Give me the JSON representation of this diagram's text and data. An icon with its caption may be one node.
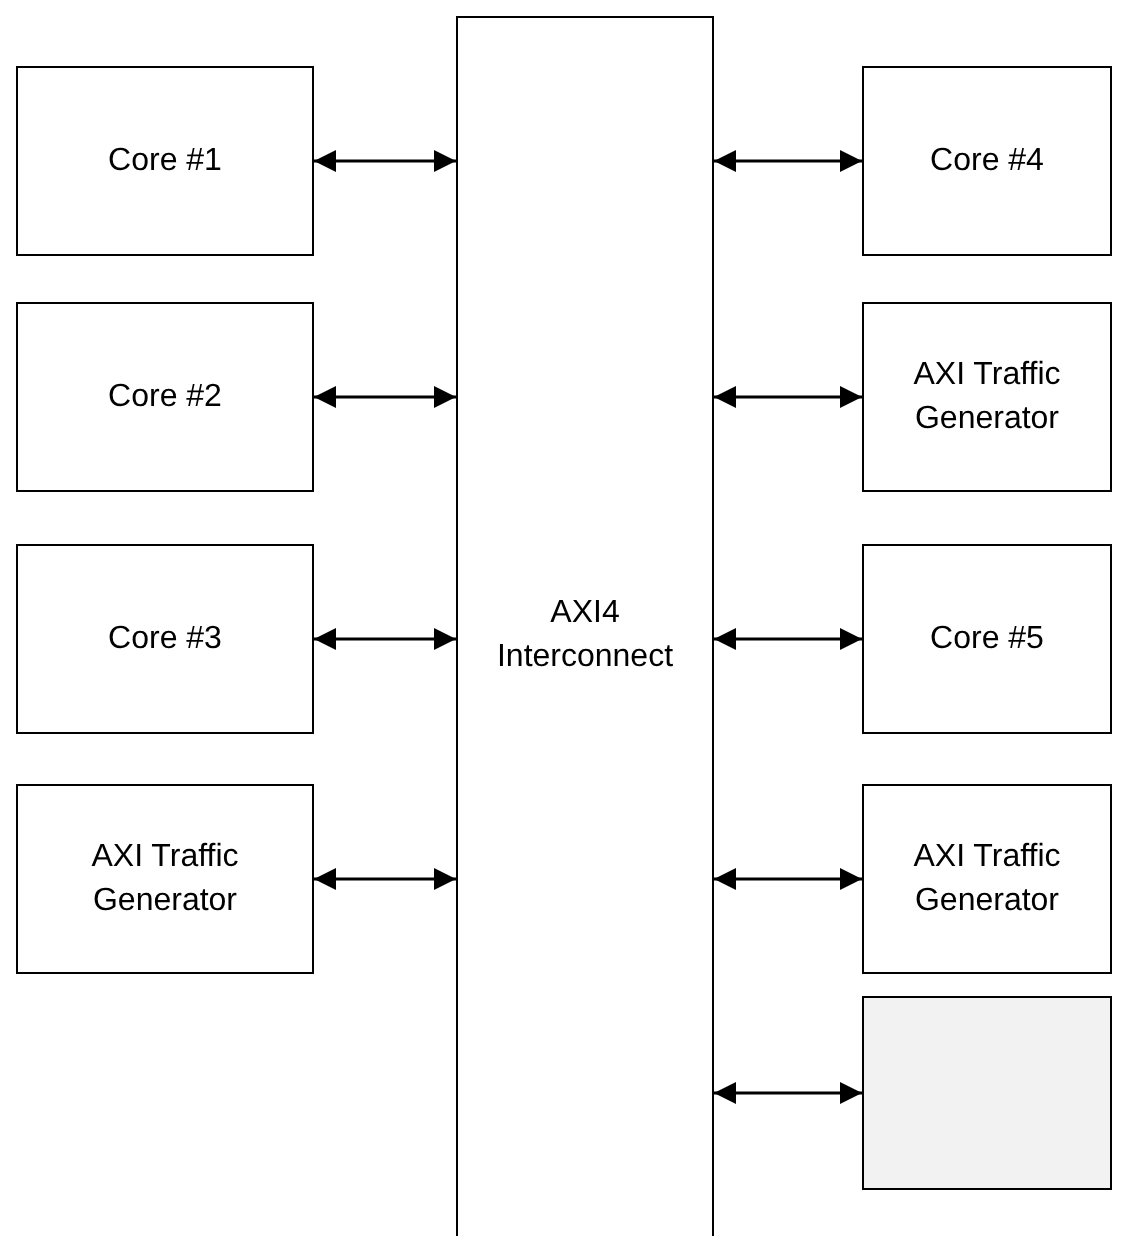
{
  "diagram": {
    "nodes": [
      {
        "text": [
          "AXI4 Interconnect"
        ]
      },
      {
        "text": [
          "Core #1"
        ]
      },
      {
        "text": [
          "Core #4"
        ]
      },
      {
        "text": [
          "Core #2"
        ]
      },
      {
        "text": [
          "AXI Traffic Generator"
        ]
      },
      {
        "text": [
          "Core #3"
        ]
      },
      {
        "text": [
          "Core #5"
        ]
      },
      {
        "text": [
          "AXI Traffic Generator"
        ]
      },
      {
        "text": [
          "AXI Traffic Generator"
        ]
      },
      {
        "text": [],
        "shape": "box"
      }
    ],
    "edges": [
      {
        "from": 1,
        "to": 0,
        "arrow": "both"
      },
      {
        "from": 0,
        "to": 2,
        "arrow": "both"
      },
      {
        "from": 3,
        "to": 0,
        "arrow": "both"
      },
      {
        "from": 0,
        "to": 4,
        "arrow": "both"
      },
      {
        "from": 5,
        "to": 0,
        "arrow": "both"
      },
      {
        "from": 0,
        "to": 6,
        "arrow": "both"
      },
      {
        "from": 7,
        "to": 0,
        "arrow": "both"
      },
      {
        "from": 0,
        "to": 8,
        "arrow": "both"
      },
      {
        "from": 0,
        "to": 9,
        "arrow": "both"
      }
    ]
  }
}
